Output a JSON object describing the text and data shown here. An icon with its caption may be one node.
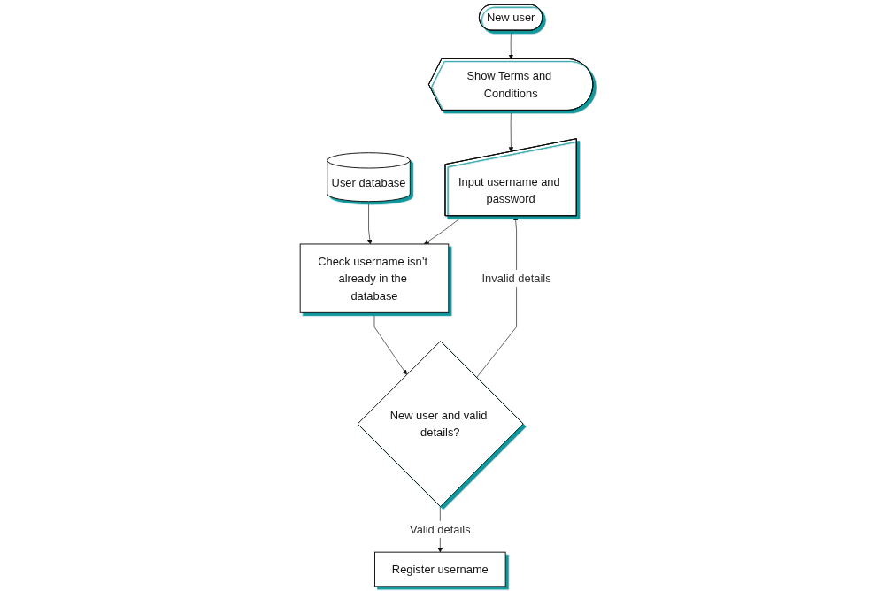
{
  "diagram": {
    "nodes": [
      {
        "text": [
          "New user"
        ]
      },
      {
        "text": [
          "Show Terms and Conditions"
        ]
      },
      {
        "text": [
          "User database"
        ]
      },
      {
        "text": [
          "Input username and password"
        ]
      },
      {
        "text": [
          "Check username isn’t already in the database"
        ]
      },
      {
        "text": [
          "New user and valid details?"
        ]
      },
      {
        "text": [
          "Register username"
        ]
      }
    ],
    "edges": [
      {
        "from": 0,
        "to": 1,
        "arrow": "to"
      },
      {
        "from": 1,
        "to": 3,
        "arrow": "to"
      },
      {
        "from": 3,
        "to": 4,
        "arrow": "to"
      },
      {
        "from": 2,
        "to": 4,
        "arrow": "to"
      },
      {
        "from": 4,
        "to": 5,
        "arrow": "to"
      },
      {
        "from": 5,
        "to": 3,
        "arrow": "to",
        "label": "Invalid details"
      },
      {
        "from": 5,
        "to": 6,
        "arrow": "to",
        "label": "Valid details"
      }
    ]
  }
}
